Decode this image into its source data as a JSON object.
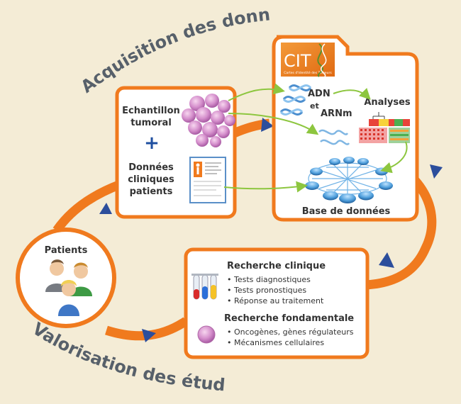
{
  "titles": {
    "top": "Acquisition des données",
    "bottom": "Valorisation des études"
  },
  "sample_box": {
    "sample_line1": "Echantillon",
    "sample_line2": "tumoral",
    "plus": "+",
    "clinical_line1": "Données",
    "clinical_line2": "cliniques",
    "clinical_line3": "patients"
  },
  "cit_box": {
    "logo": "CIT",
    "logo_caption": "Cartes d'Identité des Tumeurs",
    "dna": "ADN",
    "and": "et",
    "rna": "ARNm",
    "analyses": "Analyses",
    "database": "Base de données"
  },
  "research_box": {
    "clinical_title": "Recherche clinique",
    "clinical_items": [
      "Tests diagnostiques",
      "Tests pronostiques",
      "Réponse au traitement"
    ],
    "fundamental_title": "Recherche fondamentale",
    "fundamental_items": [
      "Oncogènes, gènes régulateurs",
      "Mécanismes cellulaires"
    ]
  },
  "patients": {
    "label": "Patients"
  },
  "colors": {
    "orange": "#f07a1e",
    "arrow_blue": "#2c4e9c",
    "green_arrow": "#8dc63f",
    "background": "#f4ecd6",
    "title_gray": "#57606a"
  },
  "icons": [
    "tumor-cells-icon",
    "patient-record-icon",
    "dna-helix-icon",
    "analysis-chart-icon",
    "database-network-icon",
    "test-tubes-icon",
    "cell-icon",
    "patients-group-icon"
  ]
}
